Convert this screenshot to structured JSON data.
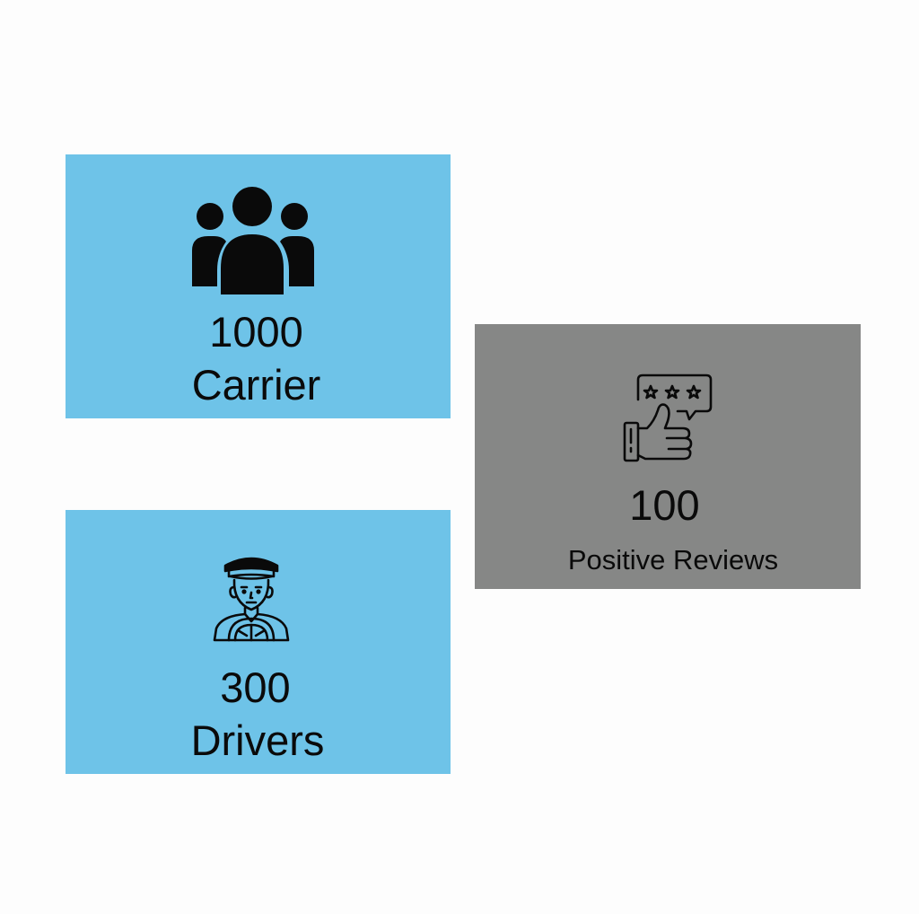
{
  "colors": {
    "background": "#fdfdfd",
    "card_blue": "#6ec3e8",
    "card_gray": "#868786",
    "text": "#0a0a0a"
  },
  "cards": {
    "carrier": {
      "icon": "group-people-icon",
      "count": "1000",
      "label": "Carrier"
    },
    "drivers": {
      "icon": "driver-icon",
      "count": "300",
      "label": "Drivers"
    },
    "reviews": {
      "icon": "thumbs-up-review-icon",
      "count": "100",
      "label": "Positive Reviews"
    }
  }
}
